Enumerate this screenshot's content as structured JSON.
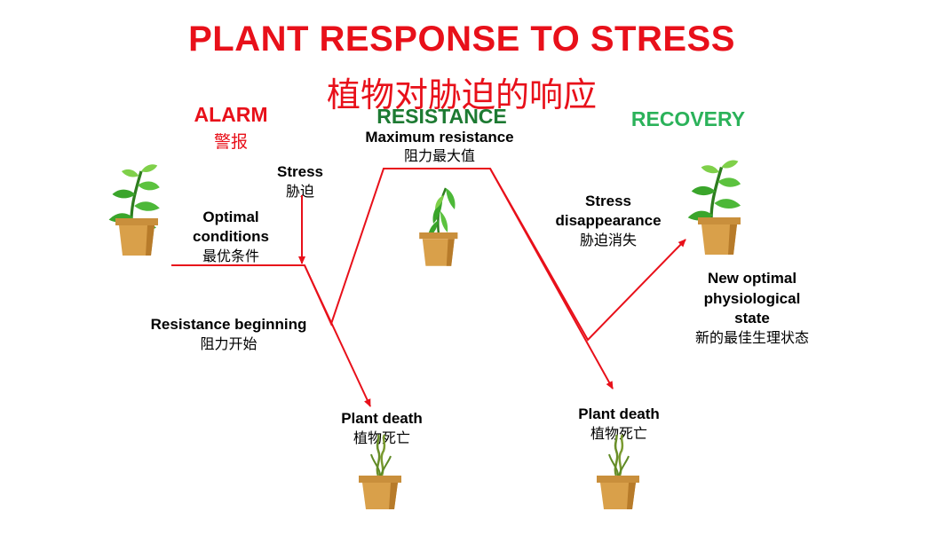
{
  "title": "PLANT RESPONSE TO STRESS",
  "title_cn": "植物对胁迫的响应",
  "phases": {
    "alarm": {
      "en": "ALARM",
      "cn": "警报",
      "color": "#e8101a"
    },
    "resistance": {
      "en": "RESISTANCE",
      "color": "#1d7a32"
    },
    "recovery": {
      "en": "RECOVERY",
      "color": "#2bb25a"
    }
  },
  "labels": {
    "max_resistance": {
      "en": "Maximum resistance",
      "cn": "阻力最大值"
    },
    "stress": {
      "en": "Stress",
      "cn": "胁迫"
    },
    "optimal": {
      "en1": "Optimal",
      "en2": "conditions",
      "cn": "最优条件"
    },
    "resistance_beginning": {
      "en": "Resistance beginning",
      "cn": "阻力开始"
    },
    "plant_death_1": {
      "en": "Plant death",
      "cn": "植物死亡"
    },
    "stress_disappearance": {
      "en1": "Stress",
      "en2": "disappearance",
      "cn": "胁迫消失"
    },
    "plant_death_2": {
      "en": "Plant death",
      "cn": "植物死亡"
    },
    "new_optimal": {
      "en1": "New optimal",
      "en2": "physiological",
      "en3": "state",
      "cn": "新的最佳生理状态"
    }
  },
  "colors": {
    "line": "#e8101a",
    "pot": "#d9a04a",
    "pot_dark": "#b77b2a",
    "leaf": "#3aa52b",
    "leaf_light": "#7fd04a",
    "stem": "#2e7d1f"
  }
}
